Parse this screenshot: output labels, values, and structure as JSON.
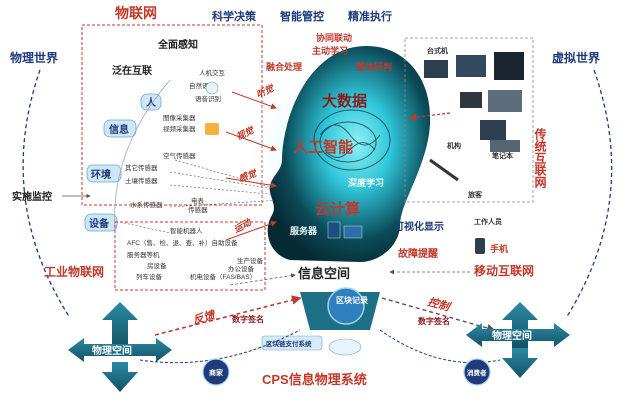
{
  "header": {
    "phrase1": "科学决策",
    "phrase2": "智能管控",
    "phrase3": "精准执行"
  },
  "left": {
    "iot_title": "物联网",
    "physical_world": "物理世界",
    "full_perception": "全面感知",
    "ubiquitous": "泛在互联",
    "monitoring": "实施监控",
    "industrial_iot": "工业物联网",
    "badges": [
      "人",
      "信息",
      "环境",
      "设备"
    ],
    "devices": {
      "hci": "人机交互",
      "nlp": "自然语言",
      "speech": "语音识别",
      "image": "图像采集器",
      "video": "视频采集器",
      "air": "空气传感器",
      "other_sensor": "其它传感器",
      "soil": "土壤传感器",
      "water": "水系传感器",
      "meter": "电表",
      "sensor": "传感器",
      "robot": "智能机器人",
      "afc": "AFC（售、检、退、查、补）自助设备",
      "server_eq": "服务器等机",
      "room_eq": "房设备",
      "train_eq": "列车设备",
      "mech_eq": "机电设备（FAS/BAS）",
      "office_eq": "办公设备",
      "prod_eq": "生产设备"
    }
  },
  "right": {
    "virtual_world": "虚拟世界",
    "traditional_internet": "传统互联网",
    "desktop": "台式机",
    "institution": "机构",
    "laptop": "笔记本",
    "passenger": "旅客",
    "staff": "工作人员",
    "phone": "手机",
    "mobile_internet": "移动互联网"
  },
  "center": {
    "collab": "协同联动",
    "active": "主动学习",
    "fusion": "融合处理",
    "overall": "整体研判",
    "big_data": "大数据",
    "ai": "人工智能",
    "deep_learning": "深度学习",
    "cloud": "云计算",
    "server": "服务器",
    "hearing": "听觉",
    "vision": "视觉",
    "feeling": "感觉",
    "motion": "运动",
    "visual_display": "可视化显示",
    "fault_alert": "故障提醒",
    "info_space": "信息空间"
  },
  "bottom": {
    "feedback": "反馈",
    "control": "控制",
    "block_record": "区块记录",
    "digital_sign_left": "数字签名",
    "digital_sign_right": "数字签名",
    "blockchain_pay": "区块链支付系统",
    "physical_space_left": "物理空间",
    "physical_space_right": "物理空间",
    "merchant": "商家",
    "consumer": "消费者",
    "cps": "CPS信息物理系统"
  },
  "colors": {
    "red": "#c0392b",
    "blue": "#1f3b7a",
    "teal": "#1d6f86",
    "glow": "#2fc6d9",
    "head_dark": "#062a33"
  }
}
